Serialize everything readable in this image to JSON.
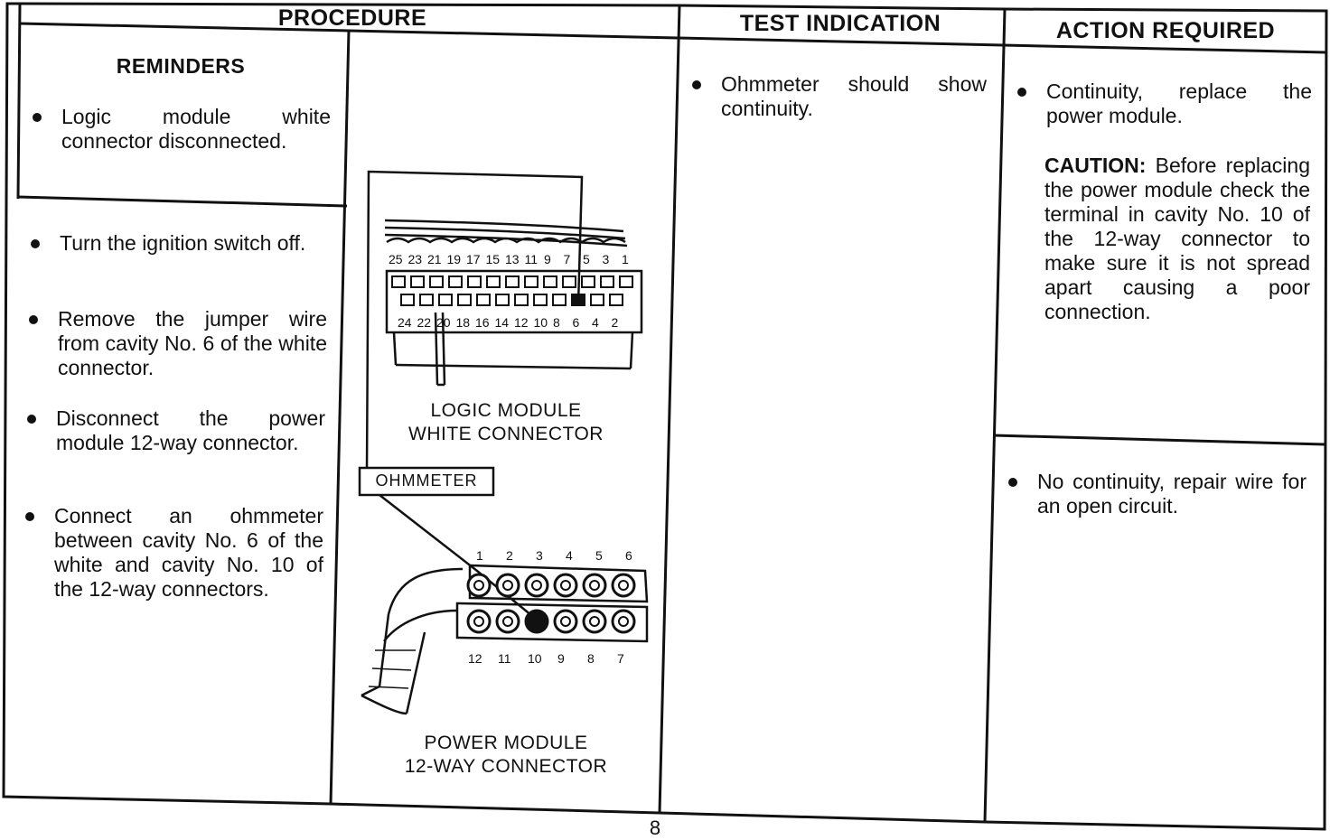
{
  "headers": {
    "procedure": "PROCEDURE",
    "test_indication": "TEST INDICATION",
    "action_required": "ACTION REQUIRED"
  },
  "reminders": {
    "title": "REMINDERS",
    "items": [
      "Logic module white connector disconnected."
    ]
  },
  "procedure_steps": [
    "Turn the ignition switch off.",
    "Remove the jumper wire from cavity No. 6 of the white connector.",
    "Disconnect the power module 12-way connector.",
    "Connect an ohmmeter between cavity No. 6 of the white and cavity No. 10 of the 12-way connectors."
  ],
  "diagram": {
    "logic_caption_line1": "LOGIC MODULE",
    "logic_caption_line2": "WHITE CONNECTOR",
    "ohmmeter_label": "OHMMETER",
    "power_caption_line1": "POWER MODULE",
    "power_caption_line2": "12-WAY CONNECTOR",
    "logic_top_numbers": [
      "25",
      "23",
      "21",
      "19",
      "17",
      "15",
      "13",
      "11",
      "9",
      "7",
      "5",
      "3",
      "1"
    ],
    "logic_bottom_numbers": [
      "24",
      "22",
      "20",
      "18",
      "16",
      "14",
      "12",
      "10",
      "8",
      "6",
      "4",
      "2"
    ],
    "power_top_numbers": [
      "1",
      "2",
      "3",
      "4",
      "5",
      "6"
    ],
    "power_bottom_numbers": [
      "12",
      "11",
      "10",
      "9",
      "8",
      "7"
    ]
  },
  "test_indication": {
    "items": [
      "Ohmmeter should show continuity."
    ]
  },
  "action_required": {
    "item1": "Continuity, replace the power module.",
    "caution_label": "CAUTION:",
    "caution_text": " Before replacing the power module check the terminal in cavity No. 10 of the 12-way connector to make sure it is not spread apart causing a poor connection.",
    "item2": "No continuity, repair wire for an open circuit."
  },
  "page_number": "8"
}
